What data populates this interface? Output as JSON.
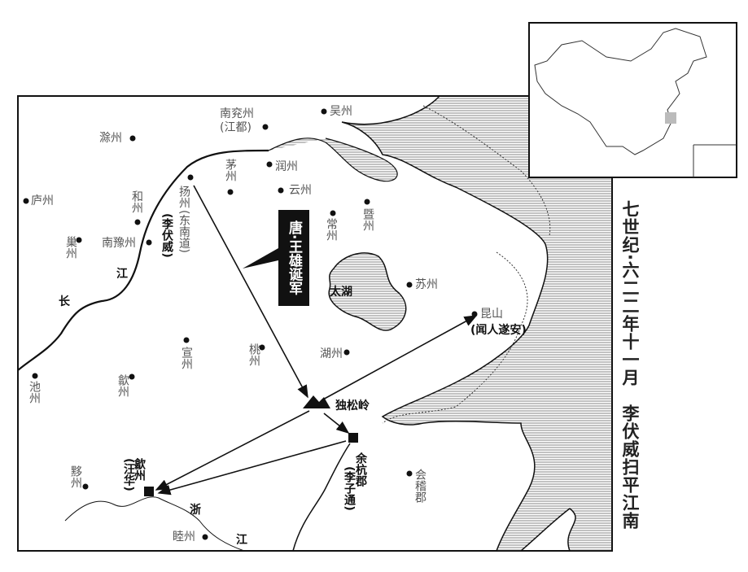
{
  "title": "七世纪·六二二年十一月　李伏威扫平江南",
  "army_label": "唐·王雄诞军",
  "places": {
    "nanyanzhou": "南兖州",
    "jiangdu": "(江都)",
    "wuzhou": "吴州",
    "chuzhou": "滁州",
    "luzhou": "庐州",
    "hezhou": "和州",
    "chaozhou": "巢州",
    "nanyuzhou": "南豫州",
    "yangzhou": "扬州",
    "dongnandao": "(东南道)",
    "lifuwei": "(李伏威)",
    "maozhou": "茅州",
    "runzhou": "润州",
    "yunzhou": "云州",
    "changzhou": "常州",
    "jizhou": "暨州",
    "taihu": "太湖",
    "suzhou": "苏州",
    "kunshan": "昆山",
    "wenrensuian": "(闻人遂安)",
    "xuanzhou": "宣州",
    "taozhou": "桃州",
    "huzhou": "湖州",
    "chizhou": "池州",
    "shezhou_n": "歙州",
    "dusongling": "独松岭",
    "yuhangjun": "余杭郡",
    "lizitong": "(李子通)",
    "kuaijijun": "会稽郡",
    "shezhou": "歙州",
    "wanghua": "(汪华)",
    "yizhou": "黟州",
    "muzhou": "睦州",
    "river_chang": "长",
    "river_jiang1": "江",
    "river_zhe": "浙",
    "river_jiang2": "江"
  },
  "colors": {
    "ink": "#111111",
    "inset_highlight": "#bbbbbb"
  }
}
